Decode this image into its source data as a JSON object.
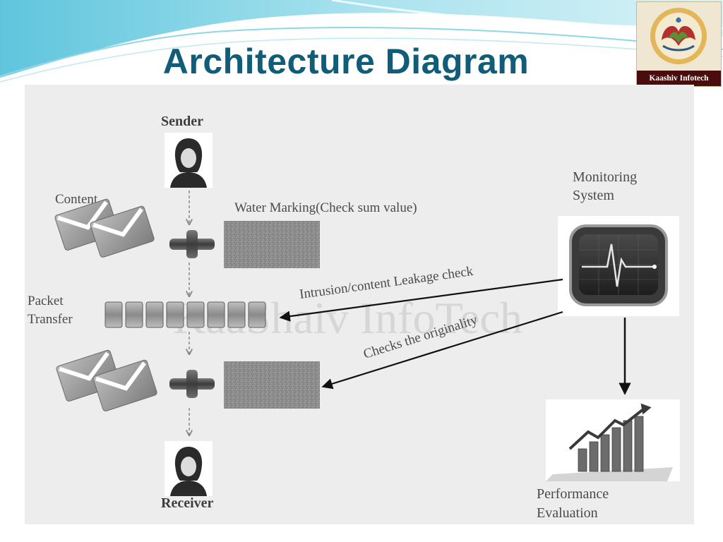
{
  "slide": {
    "title": "Architecture Diagram",
    "logo_text": "Kaashiv Infotech",
    "title_color": "#0f5d78"
  },
  "diagram": {
    "watermark": "KaaShaiv InfoTech",
    "labels": {
      "sender": "Sender",
      "receiver": "Receiver",
      "content": "Content",
      "watermarking": "Water Marking(Check sum value)",
      "packet_line1": "Packet",
      "packet_line2": "Transfer",
      "monitoring_line1": "Monitoring",
      "monitoring_line2": "System",
      "performance_line1": "Performance",
      "performance_line2": "Evaluation"
    },
    "arrows": {
      "intrusion_check": "Intrusion/content Leakage check",
      "originality_check": "Checks the originality"
    },
    "icons": {
      "sender": "person-icon",
      "receiver": "person-icon",
      "content": "envelope-icon",
      "plus": "plus-icon",
      "noise": "noise-block",
      "monitor": "heartbeat-monitor-icon",
      "performance": "growth-chart-icon"
    },
    "packet_count": 8
  }
}
